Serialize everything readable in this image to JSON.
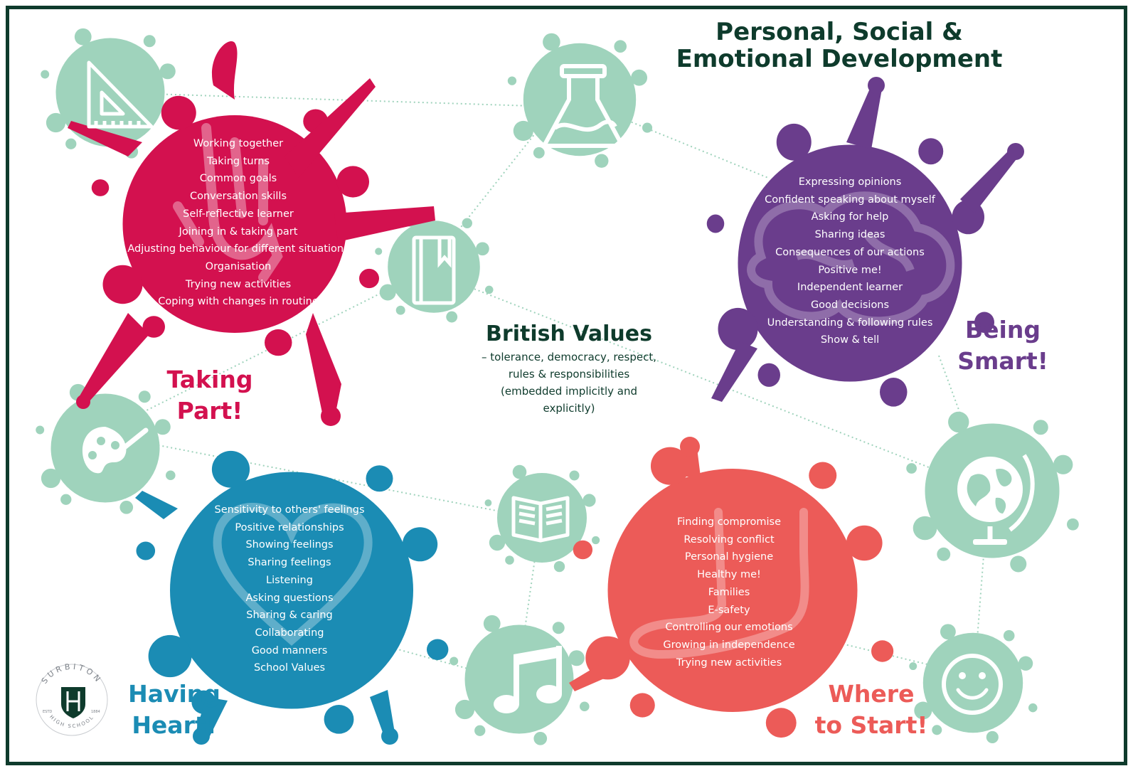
{
  "title": {
    "line1": "Personal, Social &",
    "line2": "Emotional Development"
  },
  "colors": {
    "dark_green": "#0e3b2c",
    "mint": "#9fd3bc",
    "taking_part": "#d3114f",
    "being_smart": "#6a3d8c",
    "having_heart": "#1b8cb4",
    "where_to_start": "#ec5b58"
  },
  "taking_part": {
    "label1": "Taking",
    "label2": "Part!",
    "items": [
      "Working together",
      "Taking turns",
      "Common goals",
      "Conversation skills",
      "Self-reflective learner",
      "Joining in & taking part",
      "Adjusting behaviour for different situations",
      "Organisation",
      "Trying new activities",
      "Coping with changes in routine"
    ]
  },
  "being_smart": {
    "label1": "Being",
    "label2": "Smart!",
    "items": [
      "Expressing opinions",
      "Confident speaking about myself",
      "Asking for help",
      "Sharing ideas",
      "Consequences of our actions",
      "Positive me!",
      "Independent learner",
      "Good decisions",
      "Understanding & following rules",
      "Show & tell"
    ]
  },
  "having_heart": {
    "label1": "Having",
    "label2": "Heart!",
    "items": [
      "Sensitivity to others' feelings",
      "Positive relationships",
      "Showing feelings",
      "Sharing feelings",
      "Listening",
      "Asking questions",
      "Sharing & caring",
      "Collaborating",
      "Good manners",
      "School Values"
    ]
  },
  "where_to_start": {
    "label1": "Where",
    "label2": "to Start!",
    "items": [
      "Finding compromise",
      "Resolving conflict",
      "Personal hygiene",
      "Healthy me!",
      "Families",
      "E-safety",
      "Controlling our emotions",
      "Growing in independence",
      "Trying new activities"
    ]
  },
  "british_values": {
    "title": "British Values",
    "text": "– tolerance, democracy, respect, rules & responsibilities (embedded implicitly and explicitly)"
  },
  "logo": {
    "name": "SURBITON",
    "sub": "HIGH SCHOOL",
    "estd": "ESTD",
    "year": "1884"
  },
  "icons": [
    "set-square-icon",
    "flask-icon",
    "book-icon",
    "palette-icon",
    "open-book-icon",
    "music-note-icon",
    "globe-icon",
    "smiley-icon",
    "hand-icon",
    "brain-icon",
    "heart-icon",
    "foot-icon"
  ]
}
